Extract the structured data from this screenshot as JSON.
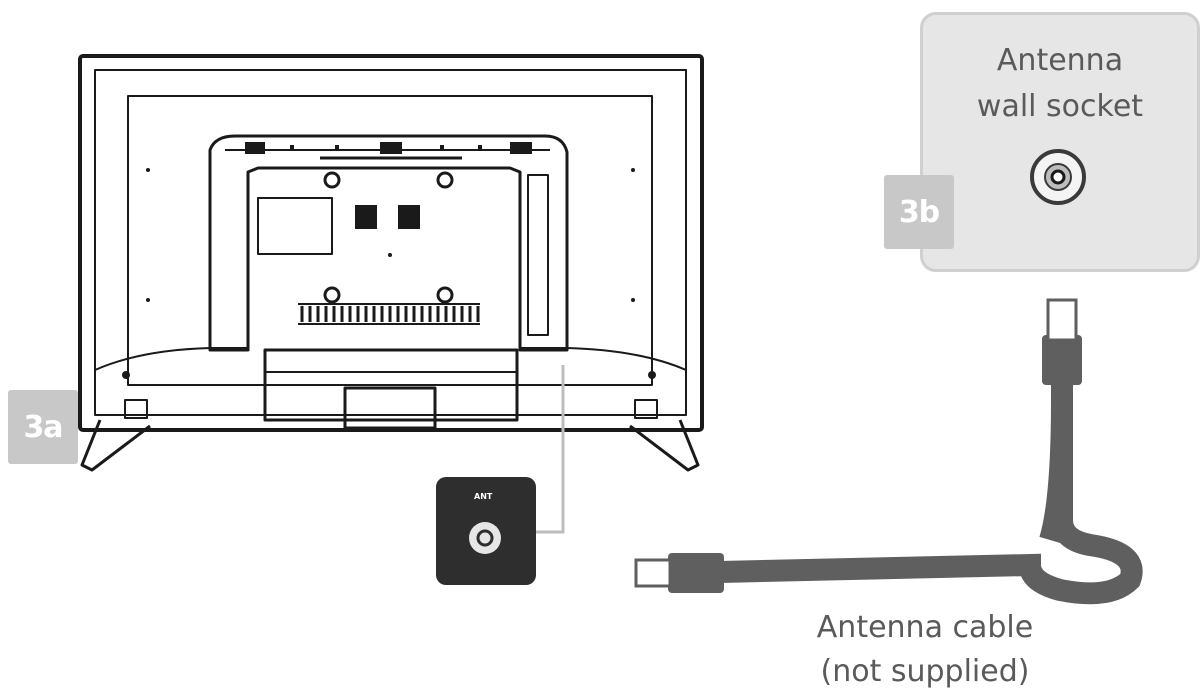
{
  "steps": {
    "tv_step": "3a",
    "socket_step": "3b"
  },
  "wall_socket": {
    "label_line1": "Antenna",
    "label_line2": "wall socket"
  },
  "antenna_port": {
    "label": "ANT"
  },
  "cable": {
    "label_line1": "Antenna cable",
    "label_line2": "(not supplied)"
  },
  "colors": {
    "line_art": "#1a1a1a",
    "badge_fill": "#c8c8c8",
    "cable": "#5f5f5f",
    "port_box": "#2e2e2e",
    "socket_panel": "#e6e6e6",
    "text": "#5a5a5a"
  },
  "icons": [
    "tv-back-outline",
    "coax-port-icon",
    "coax-wall-socket-icon",
    "coax-plug-icon"
  ]
}
